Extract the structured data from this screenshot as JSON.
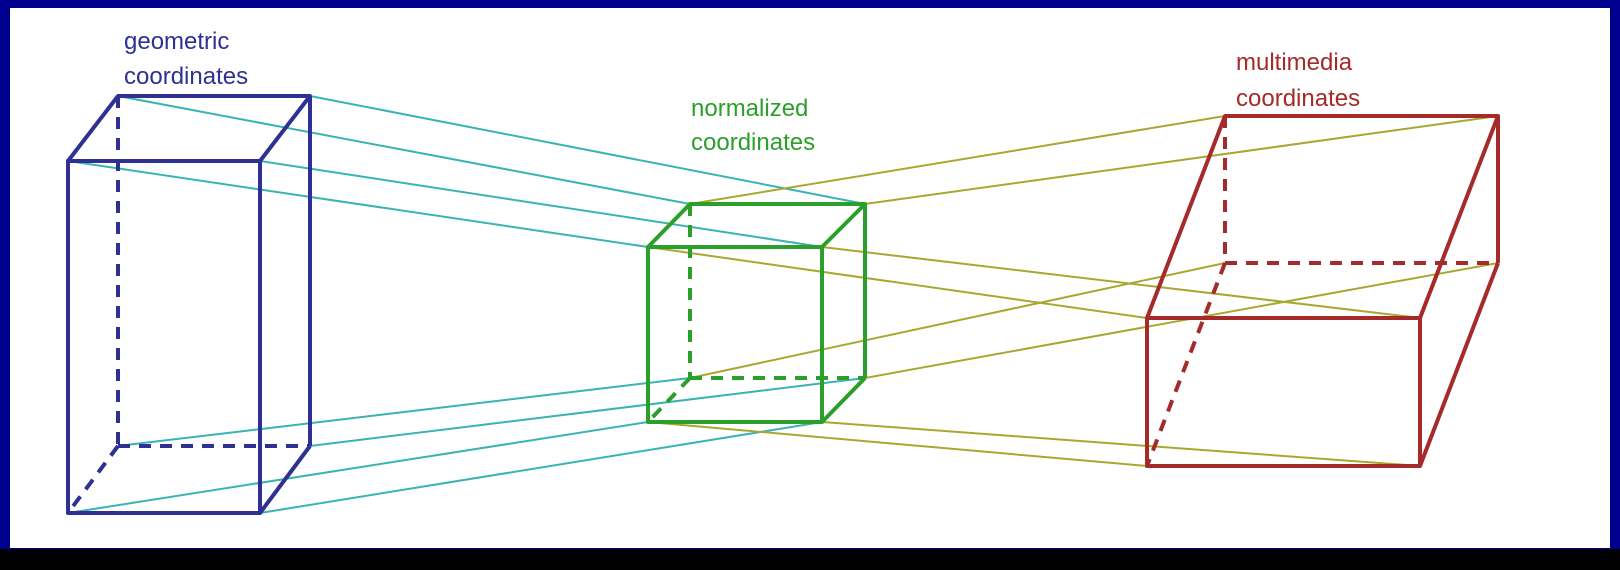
{
  "labels": {
    "geometric_line1": "geometric",
    "geometric_line2": "coordinates",
    "normalized_line1": "normalized",
    "normalized_line2": "coordinates",
    "multimedia_line1": "multimedia",
    "multimedia_line2": "coordinates"
  },
  "colors": {
    "frame": "#00008f",
    "geometric_box": "#2e3192",
    "normalized_box": "#2aa02a",
    "multimedia_box": "#a52a2a",
    "geo_to_norm_lines": "#3ab3b3",
    "norm_to_multi_lines": "#a8a830"
  }
}
